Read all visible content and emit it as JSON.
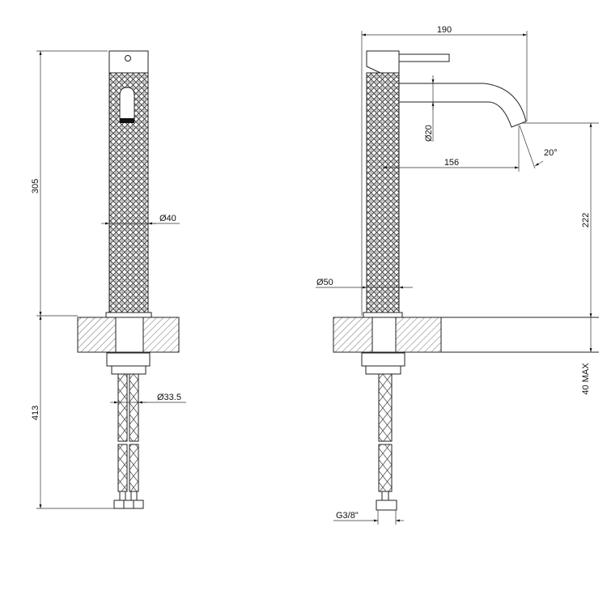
{
  "drawing": {
    "front_view": {
      "height_above_counter": "305",
      "height_below_counter": "413",
      "body_diameter": "Ø40",
      "hose_diameter": "Ø33.5"
    },
    "side_view": {
      "overall_depth": "190",
      "spout_diameter": "Ø20",
      "spout_reach": "156",
      "spout_angle": "20°",
      "spout_height": "222",
      "base_diameter": "Ø50",
      "max_counter_thickness": "40 MAX",
      "connection_thread": "G3/8\""
    },
    "colors": {
      "line": "#222222",
      "background": "#ffffff"
    }
  }
}
